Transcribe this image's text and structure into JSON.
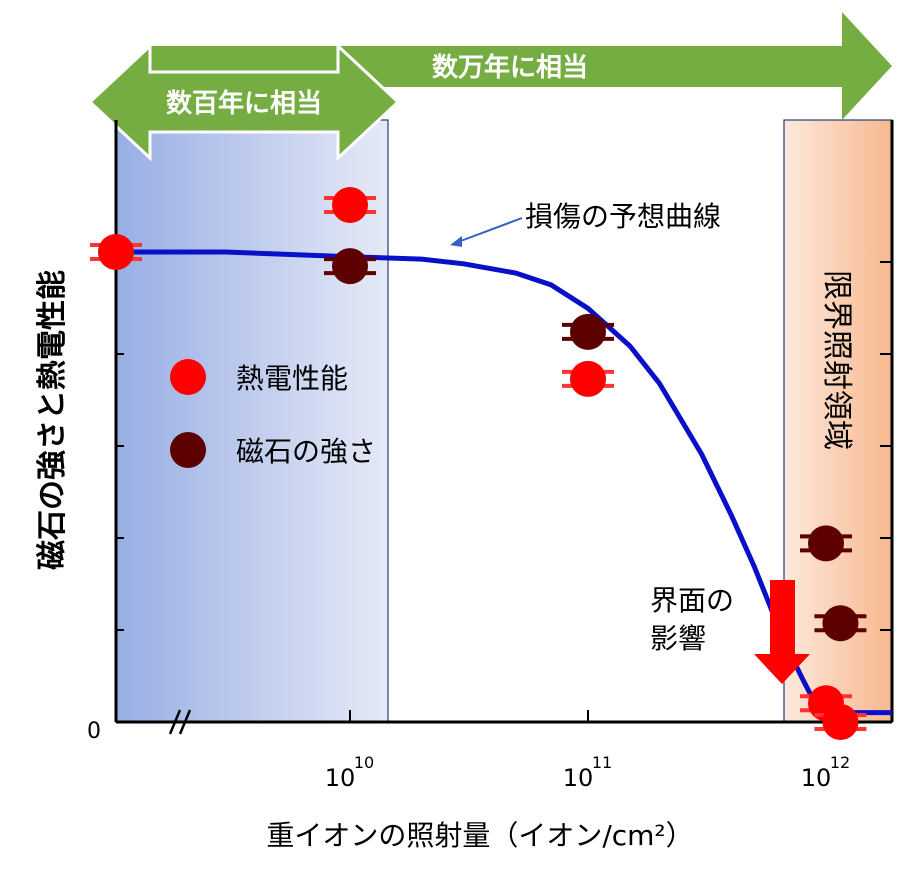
{
  "chart_data": {
    "type": "scatter",
    "xlabel": "重イオンの照射量（イオン/cm²）",
    "ylabel": "磁石の強さと熱電性能",
    "x_scale": "log",
    "x_ticks": [
      {
        "value": 10000000000.0,
        "label": "10",
        "exp": "10"
      },
      {
        "value": 100000000000.0,
        "label": "10",
        "exp": "11"
      },
      {
        "value": 1000000000000.0,
        "label": "10",
        "exp": "12"
      }
    ],
    "y_tick_zero_label": "0",
    "y_range": [
      0,
      1.05
    ],
    "legend": [
      {
        "name": "熱電性能",
        "color": "#ff0000"
      },
      {
        "name": "磁石の強さ",
        "color": "#5c0000"
      }
    ],
    "series": [
      {
        "name": "熱電性能",
        "color": "#ff0000",
        "errcolor": "#ff3333",
        "points": [
          {
            "x": "unirradiated",
            "y": 1.0
          },
          {
            "x": 10000000000.0,
            "y": 1.1
          },
          {
            "x": 100000000000.0,
            "y": 0.73
          },
          {
            "x": 1000000000000.0,
            "y": 0.04
          },
          {
            "x": 1150000000000.0,
            "y": 0.0
          }
        ]
      },
      {
        "name": "磁石の強さ",
        "color": "#5c0000",
        "errcolor": "#5c0000",
        "points": [
          {
            "x": 10000000000.0,
            "y": 0.97
          },
          {
            "x": 100000000000.0,
            "y": 0.83
          },
          {
            "x": 1000000000000.0,
            "y": 0.38
          },
          {
            "x": 1150000000000.0,
            "y": 0.21
          }
        ]
      }
    ],
    "curve": {
      "label": "損傷の予想曲線",
      "color": "#0a10c8",
      "x": [
        "start",
        3000000000.0,
        10000000000.0,
        20000000000.0,
        30000000000.0,
        50000000000.0,
        70000000000.0,
        100000000000.0,
        150000000000.0,
        200000000000.0,
        300000000000.0,
        400000000000.0,
        500000000000.0,
        600000000000.0,
        700000000000.0,
        800000000000.0,
        900000000000.0,
        1000000000000.0,
        1050000000000.0,
        1200000000000.0,
        "end"
      ],
      "y": [
        1.0,
        1.0,
        0.99,
        0.985,
        0.975,
        0.955,
        0.93,
        0.88,
        0.8,
        0.72,
        0.57,
        0.44,
        0.33,
        0.23,
        0.15,
        0.09,
        0.04,
        0.02,
        0.02,
        0.02,
        0.02
      ]
    },
    "regions": [
      {
        "label": "数百年に相当",
        "x_end": 11500000000.0
      },
      {
        "label": "限界照射領域",
        "x_start": 650000000000.0
      }
    ],
    "arrows": [
      {
        "label": "数百年に相当"
      },
      {
        "label": "数万年に相当"
      }
    ],
    "annotations": [
      {
        "text": "界面の"
      },
      {
        "text": "影響"
      }
    ]
  }
}
